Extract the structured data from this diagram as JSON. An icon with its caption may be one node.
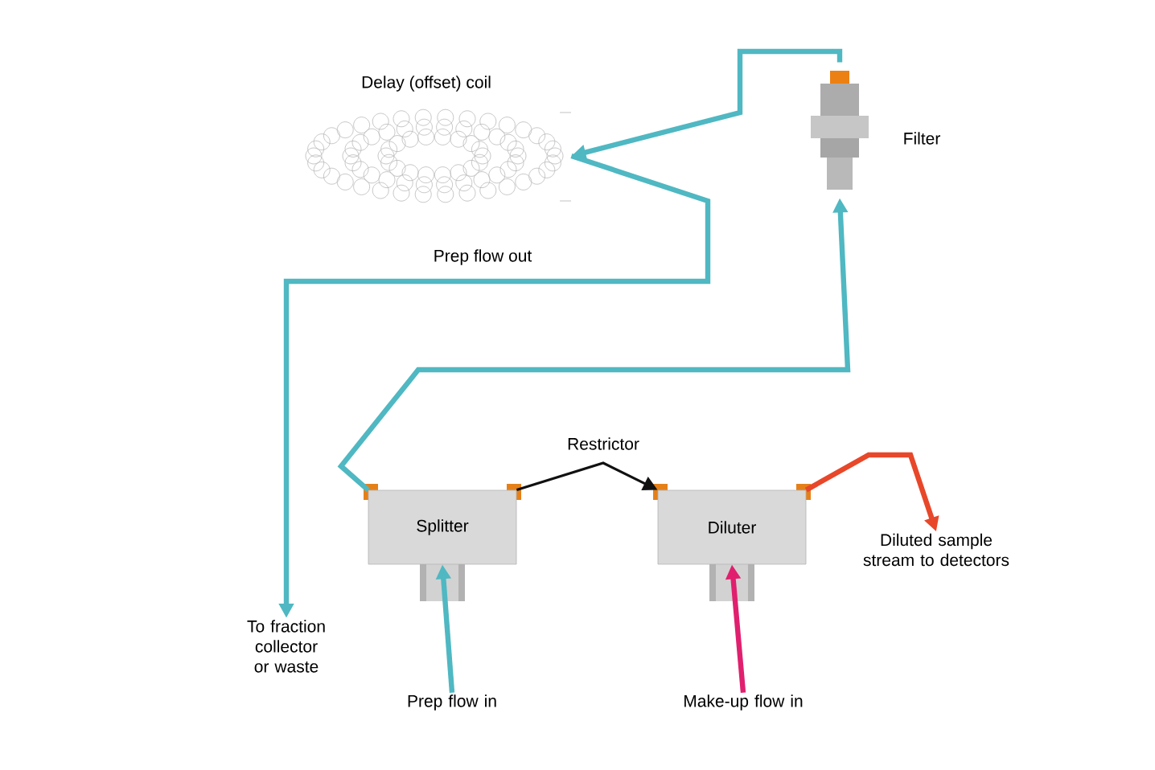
{
  "diagram": {
    "nodes": [
      {
        "text": [
          "Splitter"
        ]
      },
      {
        "text": [
          "Diluter"
        ]
      },
      {
        "text": [],
        "shape": "picture",
        "beside": [
          "Filter"
        ]
      },
      {
        "text": [],
        "shape": "picture",
        "beside": [
          "Delay (offset) coil"
        ]
      },
      {
        "text": [
          "Prep flow in"
        ]
      },
      {
        "text": [
          "Make-up flow in"
        ]
      },
      {
        "text": [
          "To fraction collector or waste"
        ]
      },
      {
        "text": [
          "Diluted sample stream to detectors"
        ]
      }
    ],
    "edges": [
      {
        "from": 4,
        "to": 0,
        "arrow": "to"
      },
      {
        "from": 5,
        "to": 1,
        "arrow": "to",
        "color": "#e0206e"
      },
      {
        "from": 0,
        "to": 2,
        "arrow": "to"
      },
      {
        "from": 2,
        "to": 3,
        "arrow": "to"
      },
      {
        "from": 3,
        "to": 6,
        "arrow": "to",
        "label": "Prep flow out"
      },
      {
        "from": 0,
        "to": 1,
        "arrow": "to",
        "label": "Restrictor",
        "color": "#111111"
      },
      {
        "from": 1,
        "to": 7,
        "arrow": "to",
        "color": "#e8472a"
      }
    ]
  }
}
